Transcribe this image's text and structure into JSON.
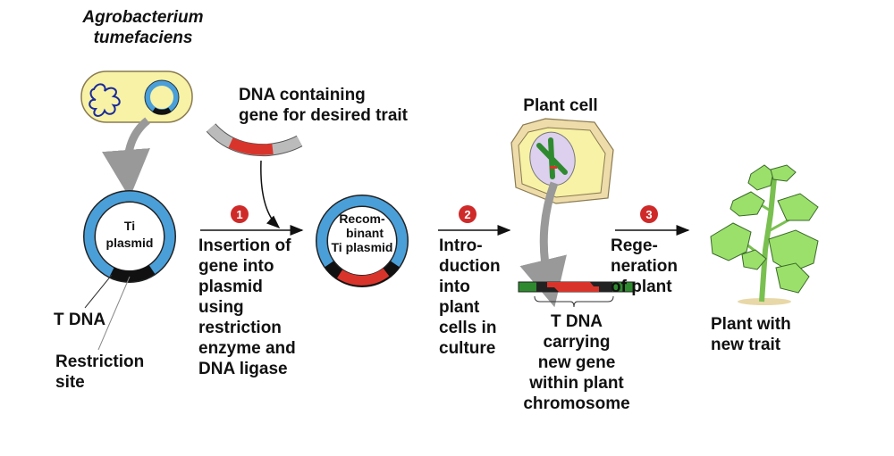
{
  "colors": {
    "plasmid": "#4a9fd8",
    "gene": "#d9342b",
    "step_badge": "#cf2a2a",
    "cytoplasm": "#f7f2a6",
    "cell_wall": "#eedcaa",
    "nucleus": "#dcd0ee",
    "chromosome": "#2f8a2f",
    "leaf": "#9be06a"
  },
  "bacterium": {
    "title_line1": "Agrobacterium",
    "title_line2": "tumefaciens"
  },
  "donor_dna": {
    "line1": "DNA containing",
    "line2": "gene for desired trait"
  },
  "ti_plasmid": {
    "line1": "Ti",
    "line2": "plasmid",
    "t_dna": "T DNA",
    "restriction_line1": "Restriction",
    "restriction_line2": "site"
  },
  "recombinant": {
    "line1": "Recom-",
    "line2": "binant",
    "line3": "Ti plasmid"
  },
  "plant_cell": {
    "title": "Plant cell"
  },
  "steps": [
    {
      "number": "1",
      "lines": [
        "Insertion of",
        "gene into",
        "plasmid",
        "using",
        "restriction",
        "enzyme and",
        "DNA ligase"
      ]
    },
    {
      "number": "2",
      "lines": [
        "Intro-",
        "duction",
        "into",
        "plant",
        "cells in",
        "culture"
      ]
    },
    {
      "number": "3",
      "lines": [
        "Rege-",
        "neration",
        "of plant"
      ]
    }
  ],
  "t_dna_result": {
    "lines": [
      "T DNA",
      "carrying",
      "new gene",
      "within plant",
      "chromosome"
    ]
  },
  "plant": {
    "line1": "Plant with",
    "line2": "new trait"
  }
}
